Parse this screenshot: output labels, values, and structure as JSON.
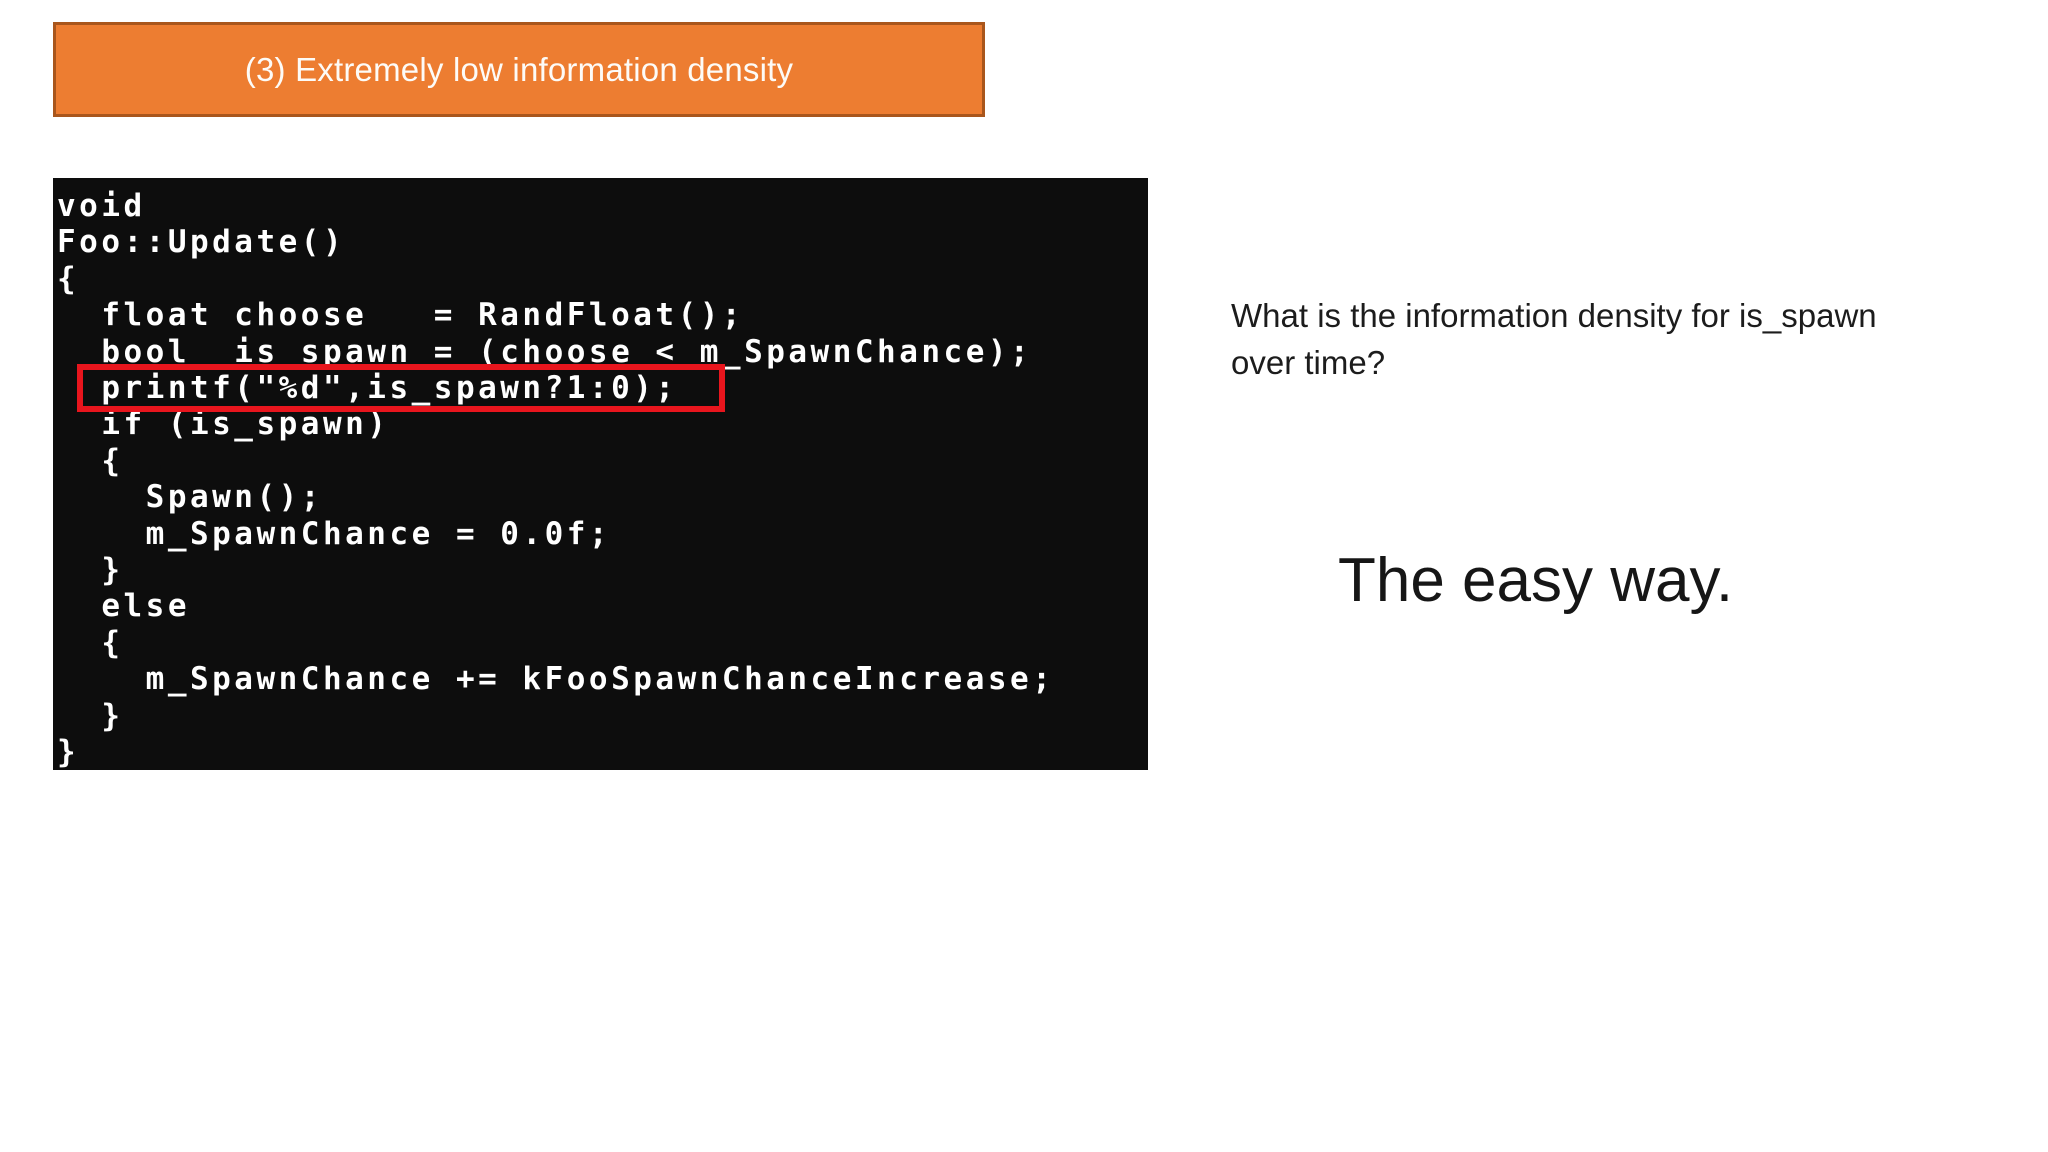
{
  "slide": {
    "banner": {
      "label": "(3) Extremely low information density"
    },
    "code": {
      "lines": [
        "void",
        "Foo::Update()",
        "{",
        "  float choose   = RandFloat();",
        "  bool  is_spawn = (choose < m_SpawnChance);",
        "  printf(\"%d\",is_spawn?1:0);",
        "  if (is_spawn)",
        "  {",
        "    Spawn();",
        "    m_SpawnChance = 0.0f;",
        "  }",
        "  else",
        "  {",
        "    m_SpawnChance += kFooSpawnChanceIncrease;",
        "  }",
        "}"
      ],
      "highlighted_line": "  printf(\"%d\",is_spawn?1:0);"
    },
    "question": {
      "lines": [
        "What is the information density for is_spawn",
        "over time?"
      ]
    },
    "caption": "The easy way."
  },
  "colors": {
    "banner_fill": "#ED7D31",
    "banner_border": "#A9561C",
    "code_background": "#0D0D0D",
    "code_text": "#FFFFFF",
    "highlight_border": "#E8151D",
    "body_text": "#1C1C1C",
    "slide_background": "#FFFFFF"
  }
}
